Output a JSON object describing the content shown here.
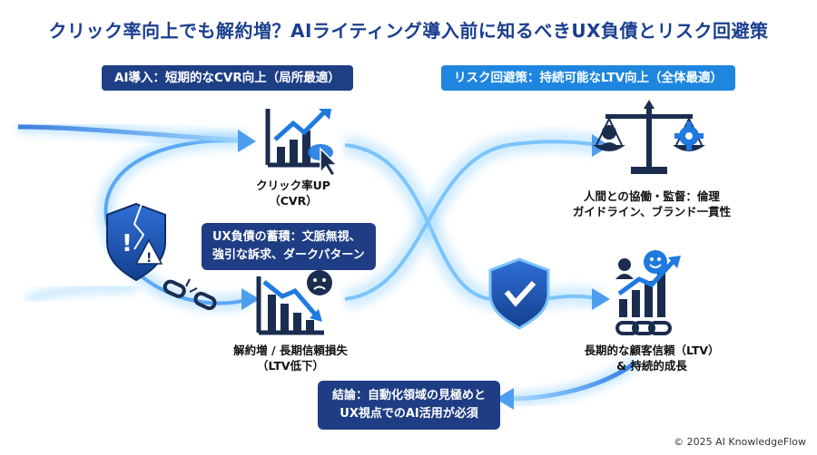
{
  "title": "クリック率向上でも解約増？AIライティング導入前に知るべきUX負債とリスク回避策",
  "left_header": "AI導入：短期的なCVR向上（局所最適）",
  "right_header": "リスク回避策：持続可能なLTV向上（全体最適）",
  "nodes": {
    "ctr_up": {
      "line1": "クリック率UP",
      "line2": "（CVR）"
    },
    "churn": {
      "line1": "解約増 / 長期信頼損失",
      "line2": "（LTV低下）"
    },
    "collab": {
      "line1": "人間との協働・監督：倫理",
      "line2": "ガイドライン、ブランド一貫性"
    },
    "ltv": {
      "line1": "長期的な顧客信頼（LTV）",
      "line2": "& 持続的成長"
    }
  },
  "ux_debt": {
    "line1": "UX負債の蓄積：文脈無視、",
    "line2": "強引な訴求、ダークパターン"
  },
  "conclusion": {
    "line1": "結論：自動化領域の見極めと",
    "line2": "UX視点でのAI活用が必須"
  },
  "copyright": "© 2025 AI KnowledgeFlow",
  "colors": {
    "navy": "#1e3f86",
    "blue": "#1f86e0",
    "glow": "#8fd0ff"
  },
  "icons": [
    "chart-up-icon",
    "cursor-icon",
    "warning-shield-icon",
    "broken-chain-icon",
    "chart-down-icon",
    "sad-face-icon",
    "scales-icon",
    "person-icon",
    "gear-icon",
    "check-shield-icon",
    "chart-growth-icon",
    "happy-face-icon",
    "chain-icon"
  ]
}
